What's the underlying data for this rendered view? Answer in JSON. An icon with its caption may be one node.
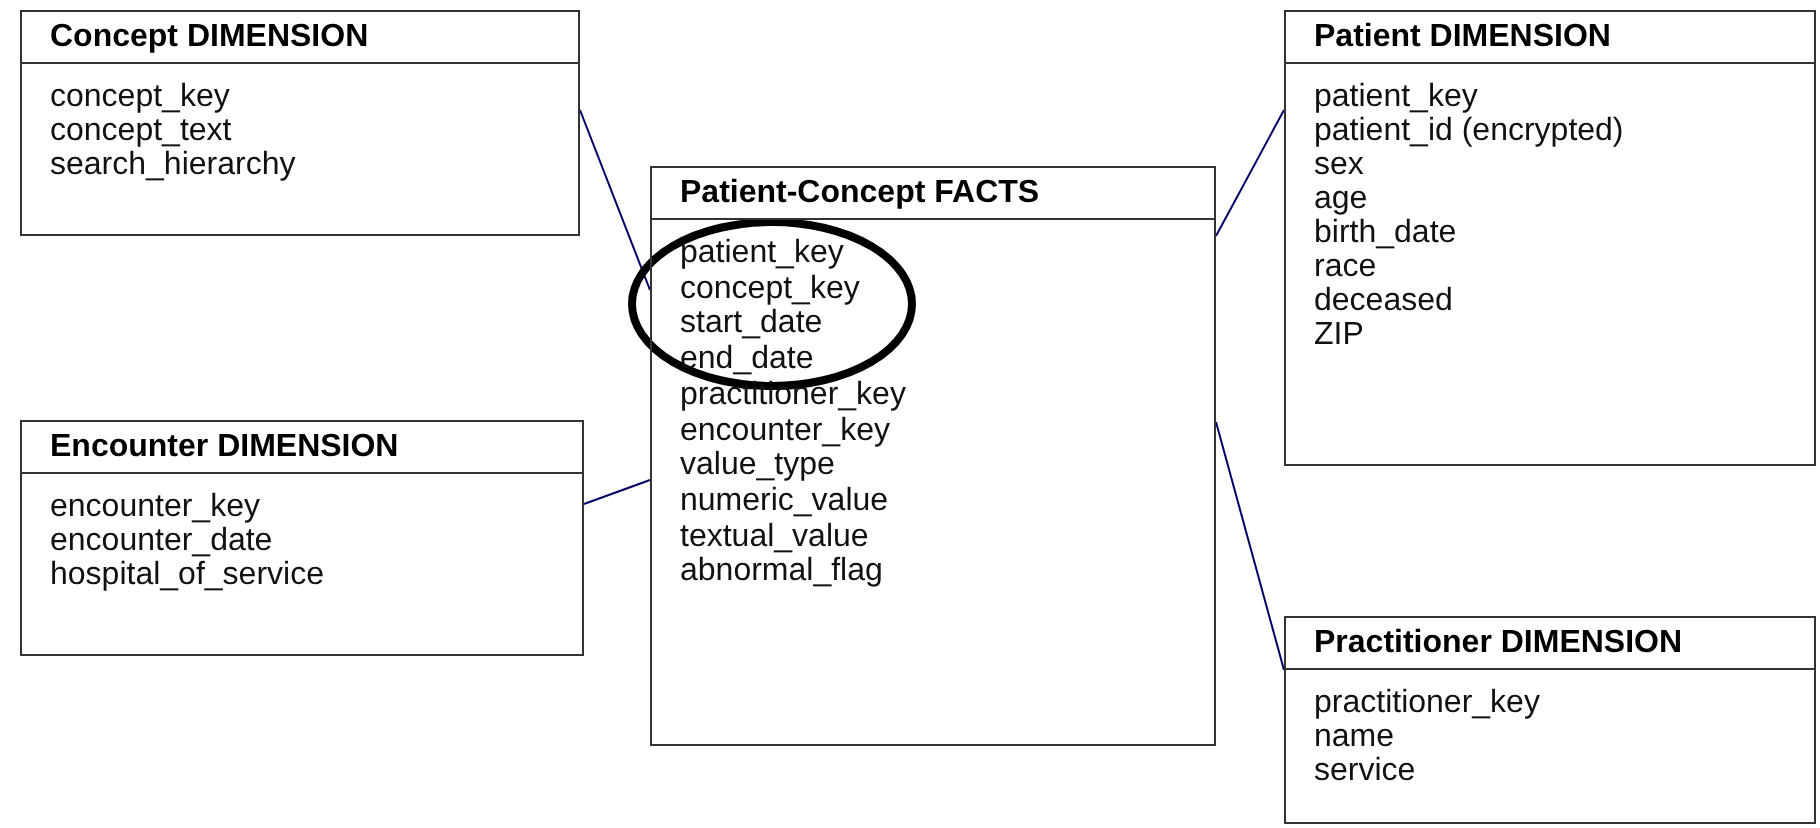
{
  "diagram": {
    "nodes": [
      {
        "text": [
          "Concept DIMENSION",
          "concept_key",
          "concept_text",
          "search_hierarchy"
        ]
      },
      {
        "text": [
          "Patient DIMENSION",
          "patient_key",
          "patient_id (encrypted)",
          "sex",
          "age",
          "birth_date",
          "race",
          "deceased",
          "ZIP"
        ]
      },
      {
        "text": [
          "Patient-Concept FACTS",
          "patient_key",
          "concept_key",
          "start_date",
          "end_date",
          "practitioner_key",
          "encounter_key",
          "value_type",
          "numeric_value",
          "textual_value",
          "abnormal_flag"
        ]
      },
      {
        "text": [
          "Encounter DIMENSION",
          "encounter_key",
          "encounter_date",
          "hospital_of_service"
        ]
      },
      {
        "text": [
          "Practitioner DIMENSION",
          "practitioner_key",
          "name",
          "service"
        ]
      }
    ],
    "edges": [
      {
        "from": 0,
        "to": 2,
        "arrow": "none"
      },
      {
        "from": 1,
        "to": 2,
        "arrow": "none"
      },
      {
        "from": 3,
        "to": 2,
        "arrow": "none"
      },
      {
        "from": 2,
        "to": 4,
        "arrow": "none"
      }
    ]
  }
}
